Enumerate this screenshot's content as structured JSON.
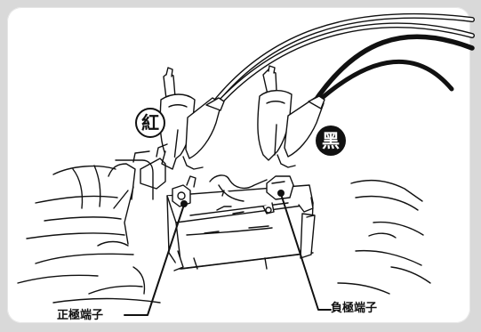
{
  "clip_labels": {
    "red": "紅",
    "black": "黑"
  },
  "terminal_labels": {
    "positive": "正極端子",
    "negative": "負極端子"
  },
  "colors": {
    "line": "#111111",
    "background": "#d9d9d9",
    "panel": "#ffffff"
  }
}
